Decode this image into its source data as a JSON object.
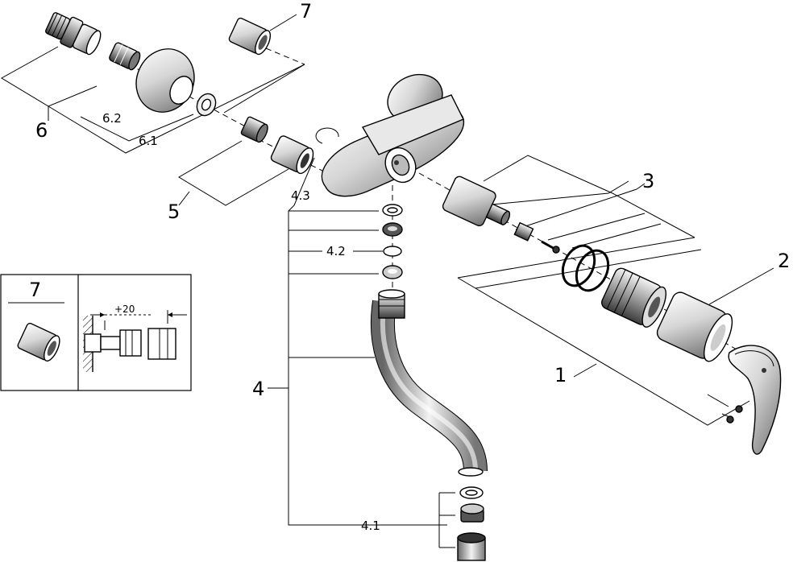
{
  "diagram": {
    "callouts": {
      "c1": "1",
      "c2": "2",
      "c3": "3",
      "c4": "4",
      "c4_1": "4.1",
      "c4_2": "4.2",
      "c4_3": "4.3",
      "c5": "5",
      "c6": "6",
      "c6_1": "6.1",
      "c6_2": "6.2",
      "c7": "7"
    },
    "inset": {
      "title": "7",
      "dimension": "+20"
    },
    "colors": {
      "line": "#000000",
      "fill_light": "#e6e6e6",
      "fill_mid": "#bdbdbd",
      "fill_dark": "#4a4a4a"
    }
  }
}
